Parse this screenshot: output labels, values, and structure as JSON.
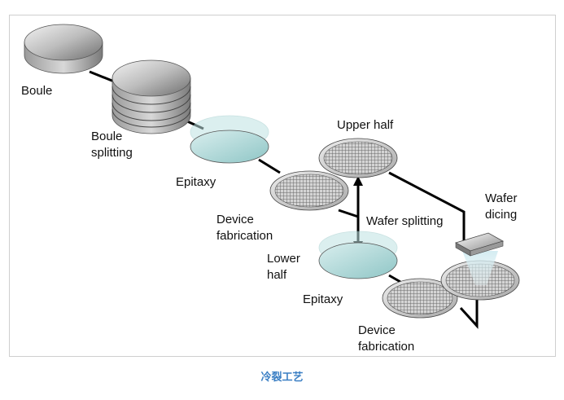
{
  "labels": {
    "boule": "Boule",
    "boule_splitting_1": "Boule",
    "boule_splitting_2": "splitting",
    "epitaxy_1": "Epitaxy",
    "upper_half": "Upper half",
    "device_fab_1a": "Device",
    "device_fab_1b": "fabrication",
    "wafer_splitting": "Wafer splitting",
    "wafer_dicing_1": "Wafer",
    "wafer_dicing_2": "dicing",
    "lower_half_1": "Lower",
    "lower_half_2": "half",
    "epitaxy_2": "Epitaxy",
    "device_fab_2a": "Device",
    "device_fab_2b": "fabrication"
  },
  "caption": "冷裂工艺",
  "colors": {
    "frame_border": "#cfcfcf",
    "caption": "#3b7fc4",
    "arrow": "#000000",
    "epitaxy_tint": "#bfe3e3"
  }
}
